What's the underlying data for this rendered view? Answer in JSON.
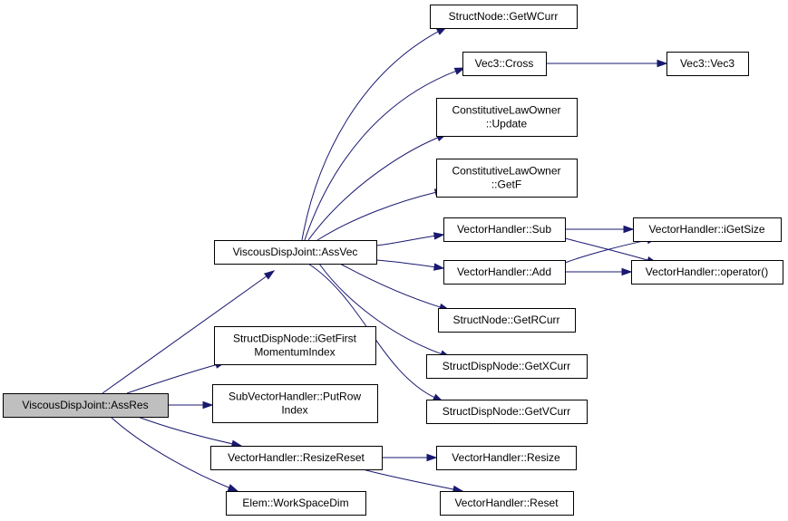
{
  "graph": {
    "nodes": [
      {
        "id": "assres",
        "lines": [
          "ViscousDispJoint::AssRes"
        ],
        "root": true
      },
      {
        "id": "assvec",
        "lines": [
          "ViscousDispJoint::AssVec"
        ]
      },
      {
        "id": "igetfirst",
        "lines": [
          "StructDispNode::iGetFirst",
          "MomentumIndex"
        ]
      },
      {
        "id": "putrow",
        "lines": [
          "SubVectorHandler::PutRow",
          "Index"
        ]
      },
      {
        "id": "resizereset",
        "lines": [
          "VectorHandler::ResizeReset"
        ]
      },
      {
        "id": "workspace",
        "lines": [
          "Elem::WorkSpaceDim"
        ]
      },
      {
        "id": "getwcurr",
        "lines": [
          "StructNode::GetWCurr"
        ]
      },
      {
        "id": "cross",
        "lines": [
          "Vec3::Cross"
        ]
      },
      {
        "id": "vec3",
        "lines": [
          "Vec3::Vec3"
        ]
      },
      {
        "id": "update",
        "lines": [
          "ConstitutiveLawOwner",
          "::Update"
        ]
      },
      {
        "id": "getf",
        "lines": [
          "ConstitutiveLawOwner",
          "::GetF"
        ]
      },
      {
        "id": "sub",
        "lines": [
          "VectorHandler::Sub"
        ]
      },
      {
        "id": "add",
        "lines": [
          "VectorHandler::Add"
        ]
      },
      {
        "id": "igetsize",
        "lines": [
          "VectorHandler::iGetSize"
        ]
      },
      {
        "id": "operator",
        "lines": [
          "VectorHandler::operator()"
        ]
      },
      {
        "id": "getrcurr",
        "lines": [
          "StructNode::GetRCurr"
        ]
      },
      {
        "id": "getxcurr",
        "lines": [
          "StructDispNode::GetXCurr"
        ]
      },
      {
        "id": "getvcurr",
        "lines": [
          "StructDispNode::GetVCurr"
        ]
      },
      {
        "id": "resize",
        "lines": [
          "VectorHandler::Resize"
        ]
      },
      {
        "id": "reset",
        "lines": [
          "VectorHandler::Reset"
        ]
      }
    ],
    "edges": [
      {
        "from": "assres",
        "to": "assvec"
      },
      {
        "from": "assres",
        "to": "igetfirst"
      },
      {
        "from": "assres",
        "to": "putrow"
      },
      {
        "from": "assres",
        "to": "resizereset"
      },
      {
        "from": "assres",
        "to": "workspace"
      },
      {
        "from": "assvec",
        "to": "getwcurr"
      },
      {
        "from": "assvec",
        "to": "cross"
      },
      {
        "from": "assvec",
        "to": "update"
      },
      {
        "from": "assvec",
        "to": "getf"
      },
      {
        "from": "assvec",
        "to": "sub"
      },
      {
        "from": "assvec",
        "to": "add"
      },
      {
        "from": "assvec",
        "to": "getrcurr"
      },
      {
        "from": "assvec",
        "to": "getxcurr"
      },
      {
        "from": "assvec",
        "to": "getvcurr"
      },
      {
        "from": "cross",
        "to": "vec3"
      },
      {
        "from": "sub",
        "to": "igetsize"
      },
      {
        "from": "sub",
        "to": "operator"
      },
      {
        "from": "add",
        "to": "igetsize"
      },
      {
        "from": "add",
        "to": "operator"
      },
      {
        "from": "resizereset",
        "to": "resize"
      },
      {
        "from": "resizereset",
        "to": "reset"
      }
    ]
  }
}
